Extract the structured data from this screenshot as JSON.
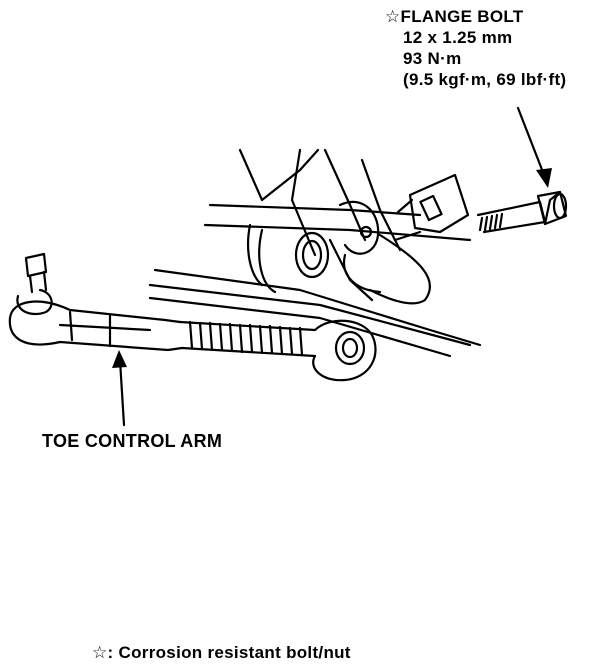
{
  "labels": {
    "flange_bolt": {
      "star": "☆",
      "title": "FLANGE BOLT",
      "size": "12 x 1.25 mm",
      "torque_nm": "93 N·m",
      "torque_alt": "(9.5 kgf·m, 69 lbf·ft)"
    },
    "toe_control_arm": "TOE CONTROL ARM"
  },
  "legend": {
    "symbol": "☆",
    "text": ": Corrosion resistant bolt/nut"
  },
  "colors": {
    "line": "#000000",
    "background": "#ffffff"
  }
}
